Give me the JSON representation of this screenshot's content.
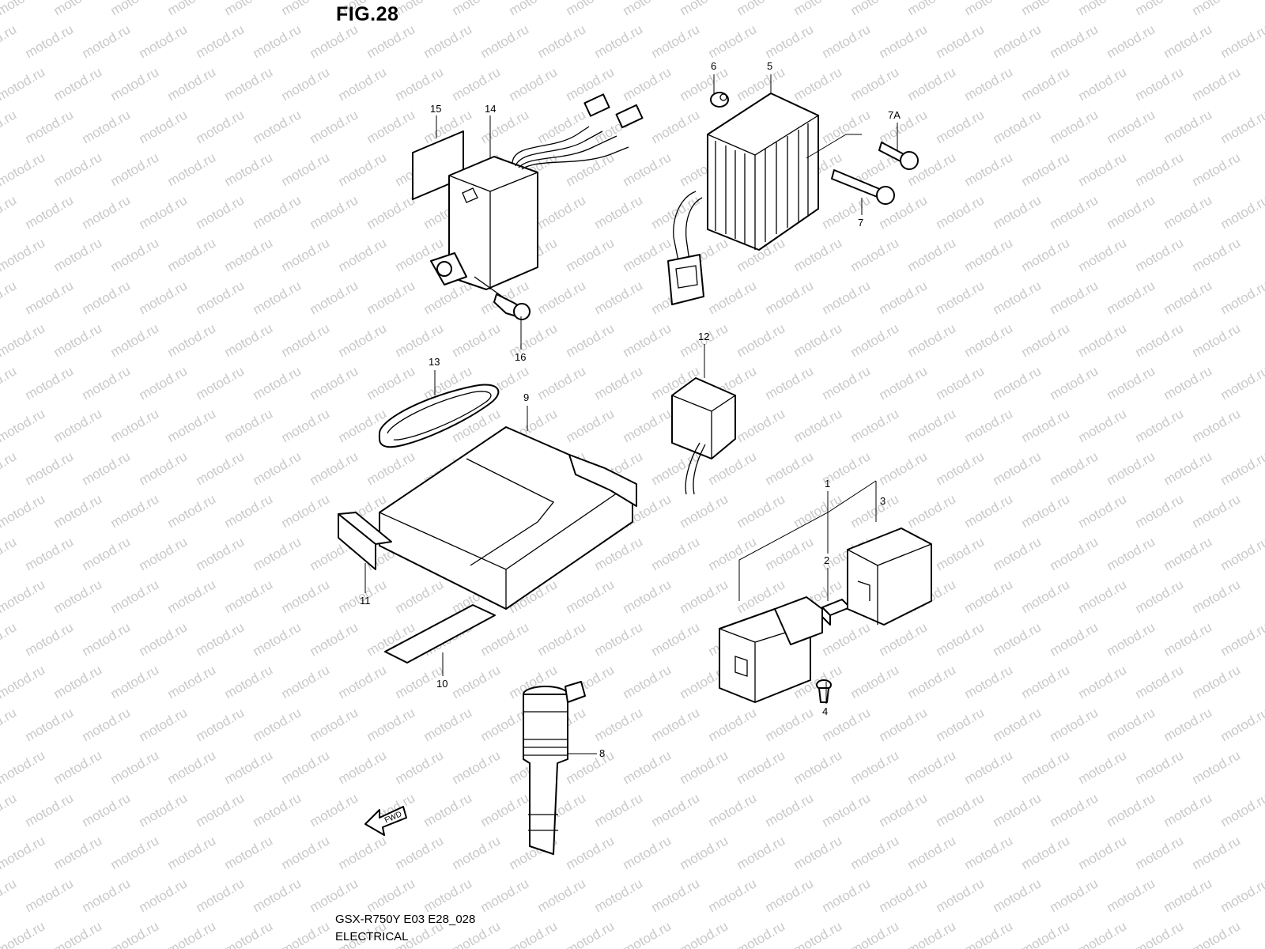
{
  "figure": {
    "title": "FIG.28",
    "model_code": "GSX-R750Y E03 E28_028",
    "section": "ELECTRICAL"
  },
  "watermark": "motod.ru",
  "fwd_label": "FWD",
  "callouts": [
    {
      "id": "c1",
      "label": "1"
    },
    {
      "id": "c2",
      "label": "2"
    },
    {
      "id": "c3",
      "label": "3"
    },
    {
      "id": "c4",
      "label": "4"
    },
    {
      "id": "c5",
      "label": "5"
    },
    {
      "id": "c6",
      "label": "6"
    },
    {
      "id": "c7",
      "label": "7"
    },
    {
      "id": "c7a",
      "label": "7A"
    },
    {
      "id": "c8",
      "label": "8"
    },
    {
      "id": "c9",
      "label": "9"
    },
    {
      "id": "c10",
      "label": "10"
    },
    {
      "id": "c11",
      "label": "11"
    },
    {
      "id": "c12",
      "label": "12"
    },
    {
      "id": "c13",
      "label": "13"
    },
    {
      "id": "c14",
      "label": "14"
    },
    {
      "id": "c15",
      "label": "15"
    },
    {
      "id": "c16",
      "label": "16"
    }
  ]
}
